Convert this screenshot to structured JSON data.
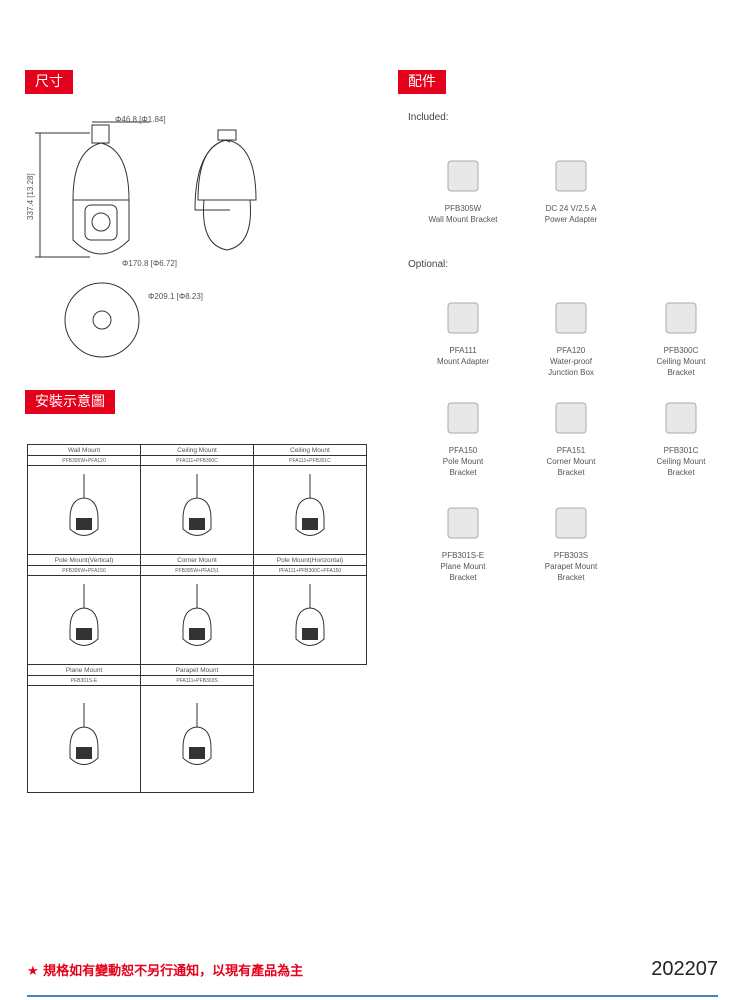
{
  "sections": {
    "dimensions": "尺寸",
    "accessories": "配件",
    "installation": "安裝示意圖"
  },
  "dimensions": {
    "top": "Φ46.8 [Φ1.84]",
    "height": "337.4 [13.28]",
    "body": "Φ170.8 [Φ6.72]",
    "base": "Φ209.1 [Φ8.23]"
  },
  "accessories": {
    "included_label": "Included:",
    "included": [
      {
        "code": "PFB305W",
        "name": "Wall Mount Bracket"
      },
      {
        "code": "DC 24 V/2.5 A",
        "name": "Power Adapter"
      }
    ],
    "optional_label": "Optional:",
    "optional": [
      {
        "code": "PFA111",
        "name": "Mount Adapter",
        "name2": ""
      },
      {
        "code": "PFA120",
        "name": "Water-proof",
        "name2": "Junction Box"
      },
      {
        "code": "PFB300C",
        "name": "Ceiling Mount",
        "name2": "Bracket"
      },
      {
        "code": "PFA150",
        "name": "Pole Mount",
        "name2": "Bracket"
      },
      {
        "code": "PFA151",
        "name": "Corner Mount",
        "name2": "Bracket"
      },
      {
        "code": "PFB301C",
        "name": "Ceiling Mount",
        "name2": "Bracket"
      },
      {
        "code": "PFB301S-E",
        "name": "Plane Mount",
        "name2": "Bracket"
      },
      {
        "code": "PFB303S",
        "name": "Parapet Mount",
        "name2": "Bracket"
      }
    ]
  },
  "mounts": [
    {
      "title": "Wall Mount",
      "parts": "PFB305W+PFA120"
    },
    {
      "title": "Ceiling Mount",
      "parts": "PFA111+PFB300C"
    },
    {
      "title": "Ceiling Mount",
      "parts": "PFA111+PFB301C"
    },
    {
      "title": "Pole Mount(Vertical)",
      "parts": "PFB305W+PFA150"
    },
    {
      "title": "Corner Mount",
      "parts": "PFB305W+PFA151"
    },
    {
      "title": "Pole Mount(Horizontal)",
      "parts": "PFA111+PFB300C+PFA150"
    },
    {
      "title": "Plane Mount",
      "parts": "PFB301S-E"
    },
    {
      "title": "Parapet Mount",
      "parts": "PFA111+PFB303S"
    }
  ],
  "footer": {
    "note": "★ 規格如有變動恕不另行通知，以現有產品為主",
    "code": "202207"
  },
  "colors": {
    "accent": "#e5001b",
    "line": "#4a7fc1"
  }
}
